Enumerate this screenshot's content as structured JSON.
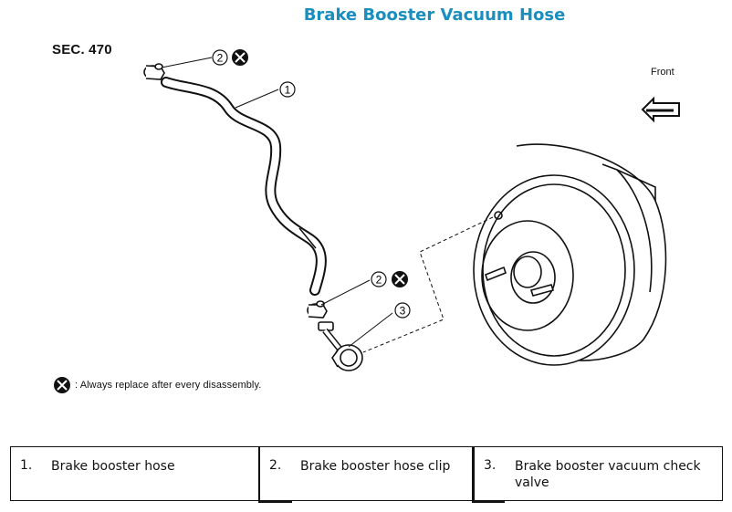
{
  "title": "Brake Booster Vacuum Hose",
  "diagram": {
    "section": "SEC. 470",
    "front_label": "Front",
    "callouts": {
      "hose": "1",
      "clip_top": "2",
      "clip_bottom": "2",
      "valve": "3"
    },
    "legend_text": ": Always replace after every disassembly.",
    "icons": {
      "replace": "circle-x-icon",
      "front": "arrow-front-icon"
    }
  },
  "parts": [
    {
      "num": "1.",
      "label": "Brake booster hose"
    },
    {
      "num": "2.",
      "label": "Brake booster hose clip"
    },
    {
      "num": "3.",
      "label": "Brake booster vacuum check valve"
    }
  ]
}
